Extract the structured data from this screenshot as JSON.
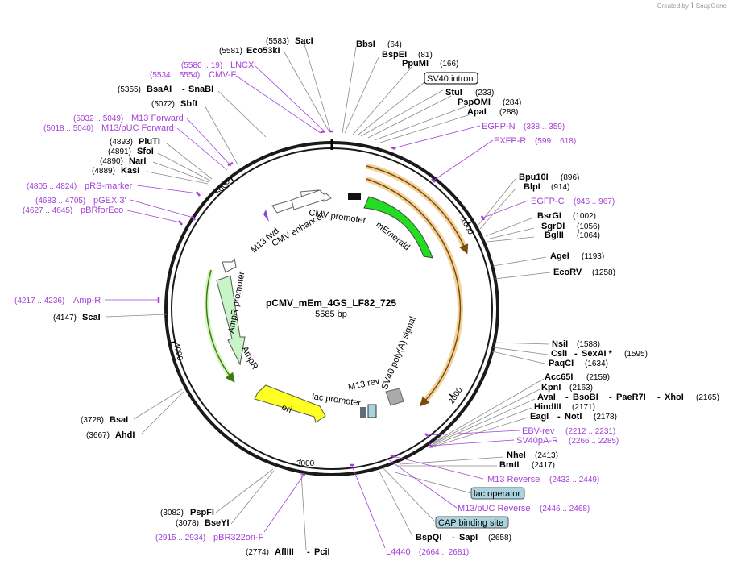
{
  "brand": {
    "created_by": "Created by",
    "app": "SnapGene",
    "logo_icon": "snapgene-logo-icon"
  },
  "plasmid": {
    "name": "pCMV_mEm_4GS_LF82_725",
    "length": "5585 bp"
  },
  "ticks": [
    "1000",
    "2000",
    "3000",
    "4000",
    "5000"
  ],
  "features": {
    "cmv_enhancer": "CMV enhancer",
    "cmv_promoter": "CMV promoter",
    "memerald": "mEmerald",
    "sv40_polya": "SV40 poly(A) signal",
    "ori": "ori",
    "ampr": "AmpR",
    "ampr_promoter": "AmpR promoter",
    "lac_promoter": "lac promoter",
    "m13_rev": "M13 rev",
    "m13_fwd": "M13 fwd"
  },
  "boxed": {
    "sv40_intron": "SV40 intron",
    "lac_operator": "lac operator",
    "cap_site": "CAP binding site"
  },
  "labels": {
    "saci": {
      "name": "SacI",
      "pos": "(5583)"
    },
    "eco53ki": {
      "name": "Eco53kI",
      "pos": "(5581)"
    },
    "bbsi": {
      "name": "BbsI",
      "pos": "(64)"
    },
    "bspei": {
      "name": "BspEI",
      "pos": "(81)"
    },
    "ppumi": {
      "name": "PpuMI",
      "pos": "(166)"
    },
    "stui": {
      "name": "StuI",
      "pos": "(233)"
    },
    "psPomi": {
      "name": "PspOMI",
      "pos": "(284)"
    },
    "apai": {
      "name": "ApaI",
      "pos": "(288)"
    },
    "lncx": {
      "name": "LNCX",
      "pos": "(5580 .. 19)"
    },
    "cmvf": {
      "name": "CMV-F",
      "pos": "(5534 .. 5554)"
    },
    "bsaai": {
      "name": "BsaAI",
      "sep": "-",
      "name2": "SnaBI",
      "pos": "(5355)"
    },
    "sbfi": {
      "name": "SbfI",
      "pos": "(5072)"
    },
    "m13fwd_p": {
      "name": "M13 Forward",
      "pos": "(5032 .. 5049)"
    },
    "m13puc_fwd": {
      "name": "M13/pUC Forward",
      "pos": "(5018 .. 5040)"
    },
    "pluti": {
      "name": "PluTI",
      "pos": "(4893)"
    },
    "sfoi": {
      "name": "SfoI",
      "pos": "(4891)"
    },
    "nari": {
      "name": "NarI",
      "pos": "(4890)"
    },
    "kasi": {
      "name": "KasI",
      "pos": "(4889)"
    },
    "prs": {
      "name": "pRS-marker",
      "pos": "(4805 .. 4824)"
    },
    "pgex": {
      "name": "pGEX 3'",
      "pos": "(4683 .. 4705)"
    },
    "pbrfor": {
      "name": "pBRforEco",
      "pos": "(4627 .. 4645)"
    },
    "egfpn": {
      "name": "EGFP-N",
      "pos": "(338 .. 359)"
    },
    "exfpr": {
      "name": "EXFP-R",
      "pos": "(599 .. 618)"
    },
    "bpu10i": {
      "name": "Bpu10I",
      "pos": "(896)"
    },
    "blpi": {
      "name": "BlpI",
      "pos": "(914)"
    },
    "egfpc": {
      "name": "EGFP-C",
      "pos": "(946 .. 967)"
    },
    "bsrgi": {
      "name": "BsrGI",
      "pos": "(1002)"
    },
    "sgrdi": {
      "name": "SgrDI",
      "pos": "(1056)"
    },
    "bglii": {
      "name": "BglII",
      "pos": "(1064)"
    },
    "agei": {
      "name": "AgeI",
      "pos": "(1193)"
    },
    "ecorv": {
      "name": "EcoRV",
      "pos": "(1258)"
    },
    "ampr_p": {
      "name": "Amp-R",
      "pos": "(4217 .. 4236)"
    },
    "scai": {
      "name": "ScaI",
      "pos": "(4147)"
    },
    "nsii": {
      "name": "NsiI",
      "pos": "(1588)"
    },
    "csii": {
      "name": "CsiI",
      "sep": "-",
      "name2": "SexAI *",
      "pos": "(1595)"
    },
    "paqci": {
      "name": "PaqCI",
      "pos": "(1634)"
    },
    "acc65i": {
      "name": "Acc65I",
      "pos": "(2159)"
    },
    "kpni": {
      "name": "KpnI",
      "pos": "(2163)"
    },
    "avai": {
      "name": "AvaI",
      "sep": "-",
      "name2": "BsoBI",
      "sep2": "-",
      "name3": "PaeR7I",
      "sep3": "-",
      "name4": "XhoI",
      "pos": "(2165)"
    },
    "hindiii": {
      "name": "HindIII",
      "pos": "(2171)"
    },
    "eagi": {
      "name": "EagI",
      "sep": "-",
      "name2": "NotI",
      "pos": "(2178)"
    },
    "ebvrev": {
      "name": "EBV-rev",
      "pos": "(2212 .. 2231)"
    },
    "sv40par": {
      "name": "SV40pA-R",
      "pos": "(2266 .. 2285)"
    },
    "bsai": {
      "name": "BsaI",
      "pos": "(3728)"
    },
    "ahdi": {
      "name": "AhdI",
      "pos": "(3667)"
    },
    "nhei": {
      "name": "NheI",
      "pos": "(2413)"
    },
    "bmti": {
      "name": "BmtI",
      "pos": "(2417)"
    },
    "m13rev_p": {
      "name": "M13 Reverse",
      "pos": "(2433 .. 2449)"
    },
    "m13puc_rev": {
      "name": "M13/pUC Reverse",
      "pos": "(2446 .. 2468)"
    },
    "pspfi": {
      "name": "PspFI",
      "pos": "(3082)"
    },
    "bseyi": {
      "name": "BseYI",
      "pos": "(3078)"
    },
    "pbr322": {
      "name": "pBR322ori-F",
      "pos": "(2915 .. 2934)"
    },
    "bspqi": {
      "name": "BspQI",
      "sep": "-",
      "name2": "SapI",
      "pos": "(2658)"
    },
    "afliii": {
      "name": "AflIII",
      "sep": "-",
      "name2": "PciI",
      "pos": "(2774)"
    },
    "l4440": {
      "name": "L4440",
      "pos": "(2664 .. 2681)"
    }
  },
  "colors": {
    "primer": "#a43fd8",
    "memerald": "#22dd22",
    "sv40_polya": "#e8a030",
    "ampr": "#c8f5c8",
    "ori": "#ffff22",
    "promoter": "#ffffff",
    "box_fill": "#a9d3df"
  }
}
